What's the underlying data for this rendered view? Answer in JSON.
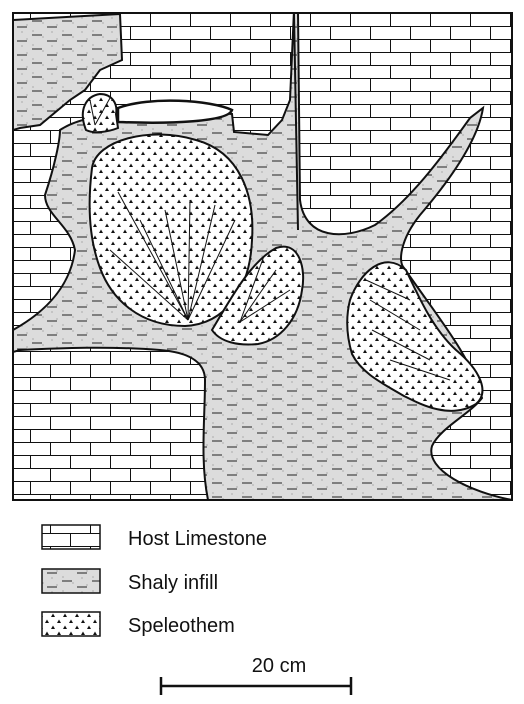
{
  "legend": {
    "items": [
      {
        "id": "host-limestone",
        "label": "Host Limestone"
      },
      {
        "id": "shaly-infill",
        "label": "Shaly infill"
      },
      {
        "id": "speleothem",
        "label": "Speleothem"
      }
    ]
  },
  "scale_bar": {
    "label": "20 cm"
  },
  "colors": {
    "ink": "#111111",
    "shale_fill": "#dcdcdc",
    "background": "#ffffff"
  }
}
